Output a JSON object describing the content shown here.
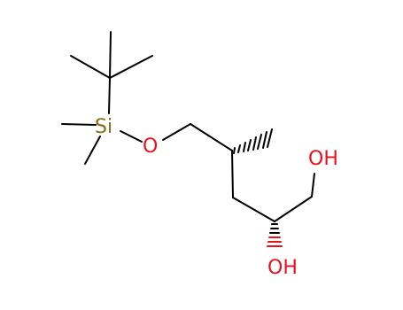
{
  "molecule": {
    "atoms": {
      "si": {
        "text": "Si",
        "color": "#8b6914"
      },
      "o_ether": {
        "text": "O",
        "color": "#e8121e"
      },
      "oh_primary": {
        "text": "OH",
        "color": "#e8121e"
      },
      "oh_secondary": {
        "text": "OH",
        "color": "#e8121e"
      }
    },
    "bond_color": "#000000",
    "stereo_bond_color": "#e8121e"
  }
}
